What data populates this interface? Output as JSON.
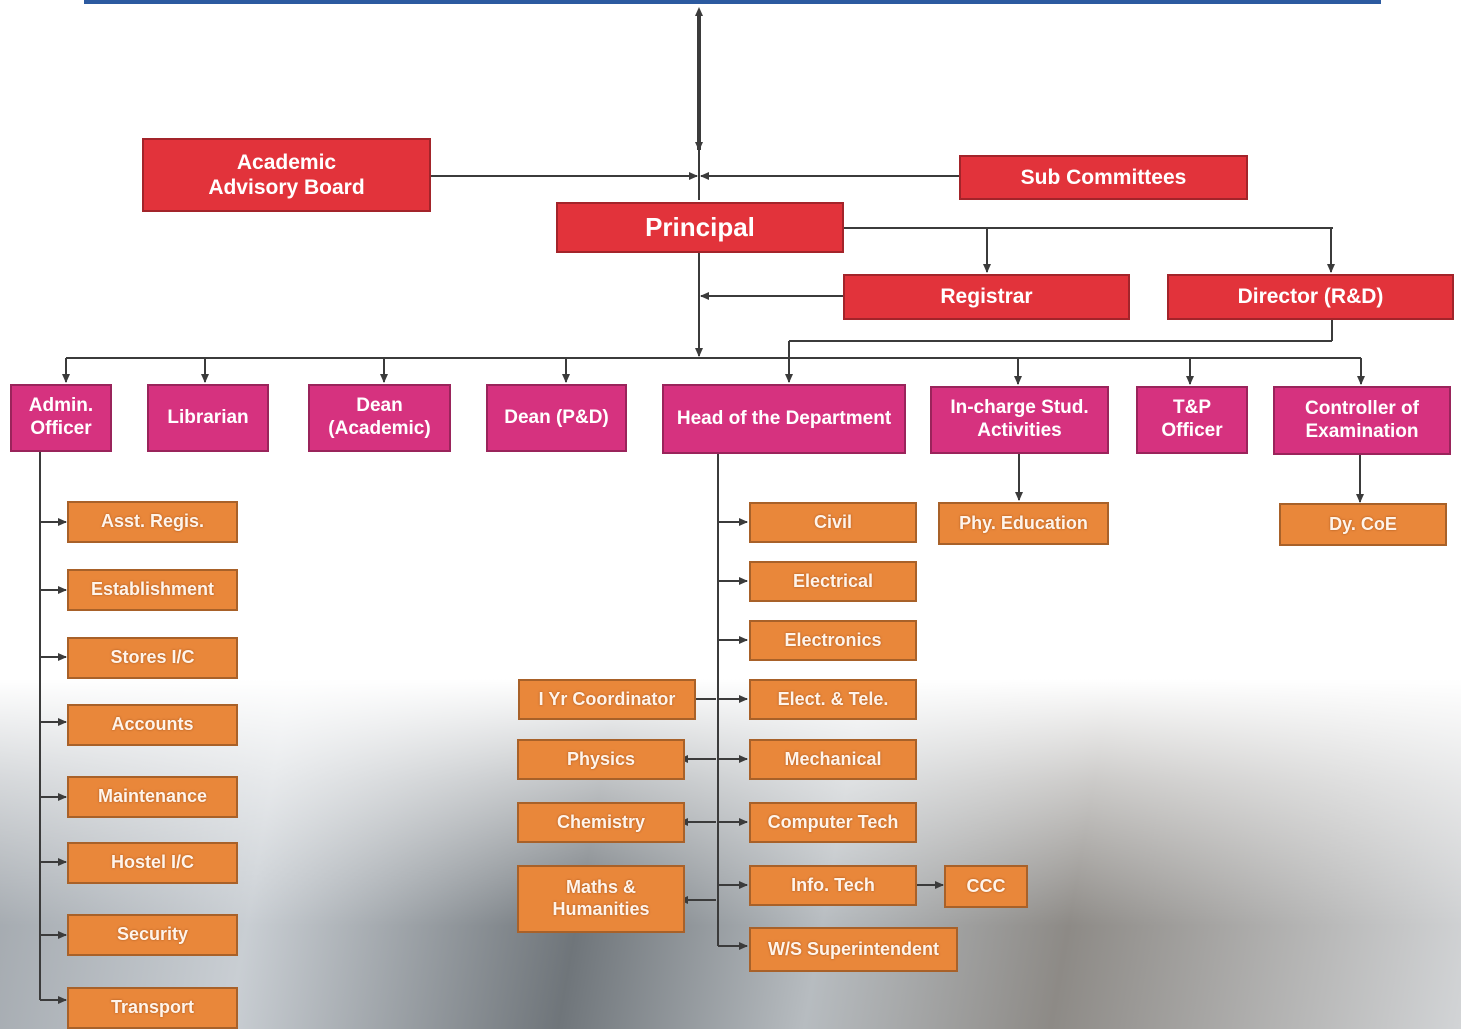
{
  "colors": {
    "top_level": "#e2333b",
    "second_level": "#d6327f",
    "third_level": "#e9873a",
    "connector": "#3b3b3b",
    "top_bar": "#2c5aa0"
  },
  "chart": {
    "top": {
      "academic_advisory_board": "Academic\nAdvisory Board",
      "sub_committees": "Sub Committees",
      "principal": "Principal",
      "registrar": "Registrar",
      "director_rd": "Director (R&D)"
    },
    "heads": {
      "admin_officer": "Admin.\nOfficer",
      "librarian": "Librarian",
      "dean_academic": "Dean\n(Academic)",
      "dean_pd": "Dean (P&D)",
      "hod": "Head of the Department",
      "incharge_stud": "In-charge Stud.\nActivities",
      "tp_officer": "T&P\nOfficer",
      "coe": "Controller of\nExamination"
    },
    "admin_units": {
      "asst_regis": "Asst. Regis.",
      "establishment": "Establishment",
      "stores": "Stores I/C",
      "accounts": "Accounts",
      "maintenance": "Maintenance",
      "hostel": "Hostel I/C",
      "security": "Security",
      "transport": "Transport"
    },
    "departments": {
      "civil": "Civil",
      "electrical": "Electrical",
      "electronics": "Electronics",
      "elect_tele": "Elect. & Tele.",
      "mechanical": "Mechanical",
      "computer_tech": "Computer Tech",
      "info_tech": "Info. Tech",
      "ws_superintendent": "W/S Superintendent"
    },
    "science": {
      "i_yr_coordinator": "I Yr Coordinator",
      "physics": "Physics",
      "chemistry": "Chemistry",
      "maths_humanities": "Maths &\nHumanities"
    },
    "others": {
      "ccc": "CCC",
      "phy_education": "Phy. Education",
      "dy_coe": "Dy. CoE"
    }
  }
}
